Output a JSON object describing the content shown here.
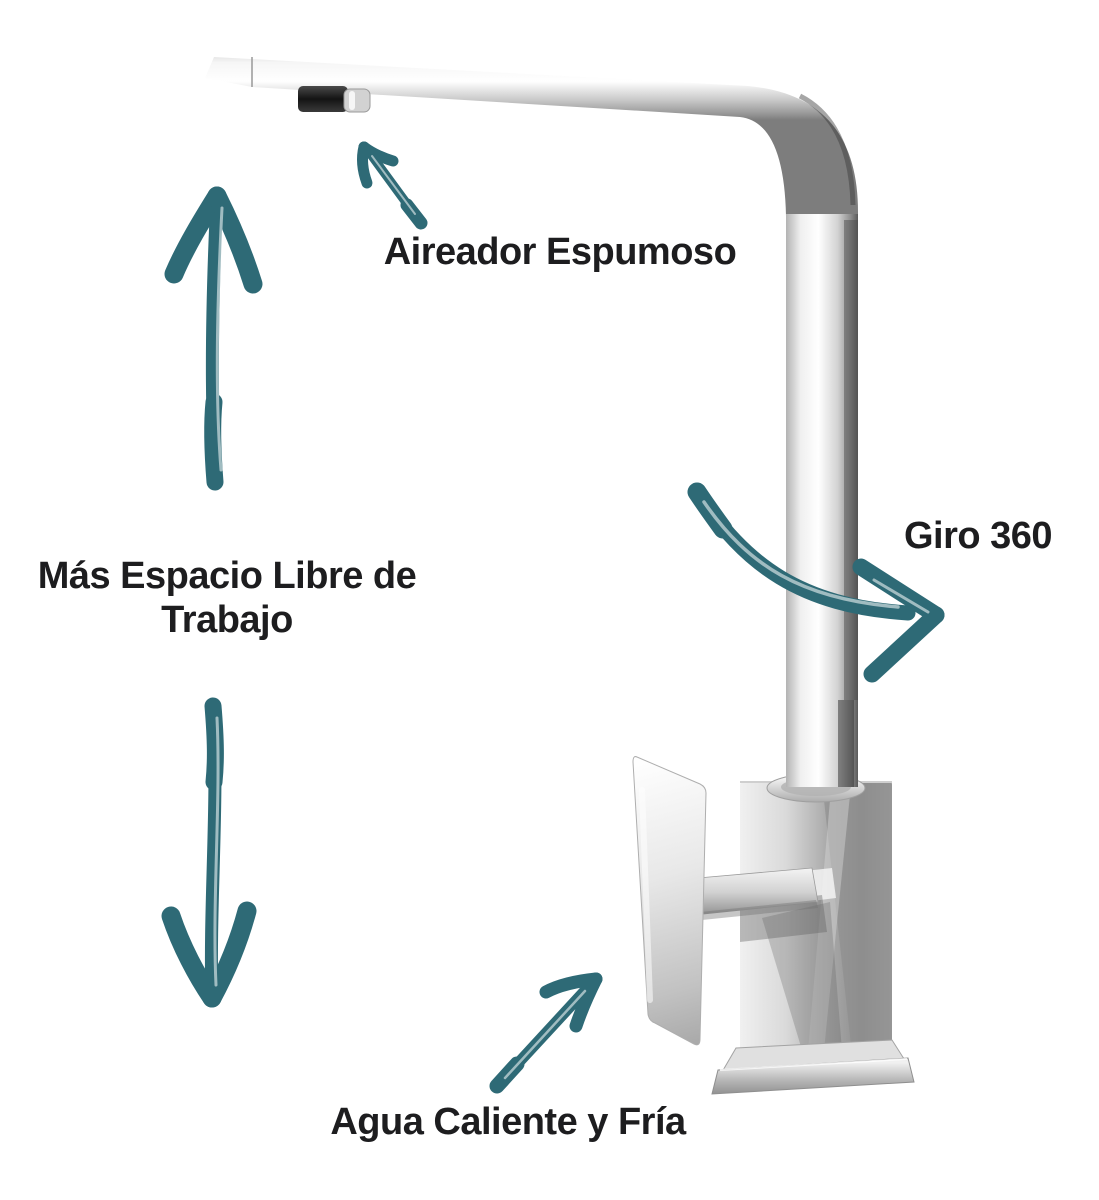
{
  "labels": {
    "aerator": "Aireador Espumoso",
    "workspace_line1": "Más Espacio Libre de",
    "workspace_line2": "Trabajo",
    "rotation": "Giro 360",
    "water": "Agua Caliente y Fría"
  },
  "colors": {
    "arrow": "#2e6a76",
    "text": "#1d1d1f",
    "background": "#ffffff",
    "chrome_light": "#f7f7f7",
    "chrome_mid": "#c9c9c9",
    "chrome_dark": "#7b7b7b",
    "aerator_dark": "#1c1c1c"
  },
  "icons": {
    "up_arrow": "brush-arrow-up",
    "down_arrow": "brush-arrow-down",
    "aerator_arrow": "brush-arrow-up-left",
    "rotation_arrow": "brush-arrow-curved-right",
    "handle_arrow": "brush-arrow-up-right"
  }
}
